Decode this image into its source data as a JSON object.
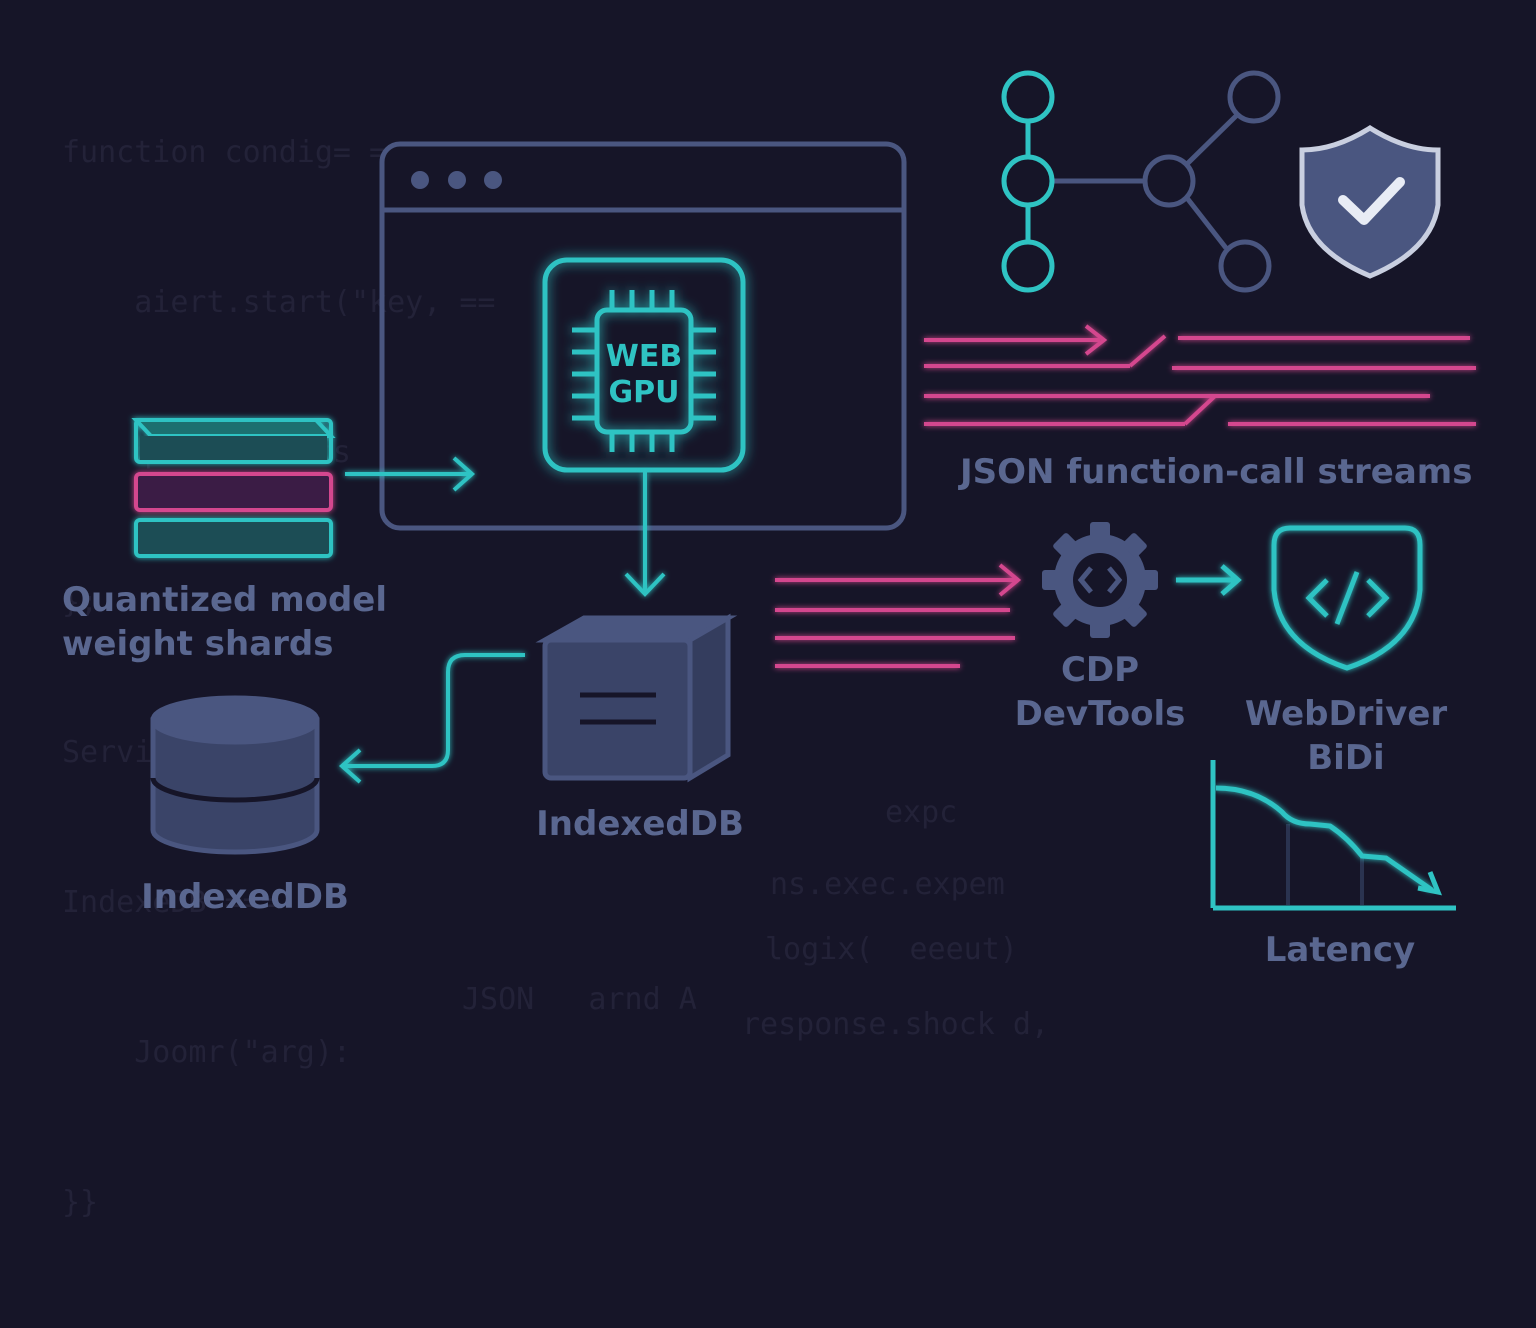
{
  "background_code": [
    "function condig= =",
    "    aiert.start(\"key, == ",
    "    quait.starts",
    "};",
    "Service Worker",
    "IndexeDB ===",
    "    Joomr(\"arg):",
    "}}"
  ],
  "background_code_lower": [
    "expc",
    "ns.exec.expem",
    "logix(  eeeut)",
    "JSON   arnd A",
    "response.shock d,"
  ],
  "chip": {
    "line1": "WEB",
    "line2": "GPU"
  },
  "labels": {
    "weight_shards_line1": "Quantized model",
    "weight_shards_line2": "weight shards",
    "indexeddb_box": "IndexedDB",
    "indexeddb_db": "IndexedDB",
    "json_streams": "JSON  function-call streams",
    "cdp_line1": "CDP",
    "cdp_line2": "DevTools",
    "webdriver_line1": "WebDriver",
    "webdriver_line2": "BiDi",
    "latency": "Latency"
  },
  "colors": {
    "background": "#161528",
    "teal": "#2fc3c3",
    "magenta": "#d4468e",
    "slate": "#4a5680",
    "label": "#5a6790"
  },
  "icons": [
    "browser-window-icon",
    "gpu-chip-icon",
    "storage-box-icon",
    "database-icon",
    "graph-nodes-icon",
    "shield-check-icon",
    "gear-code-icon",
    "shield-code-icon",
    "latency-chart-icon"
  ]
}
